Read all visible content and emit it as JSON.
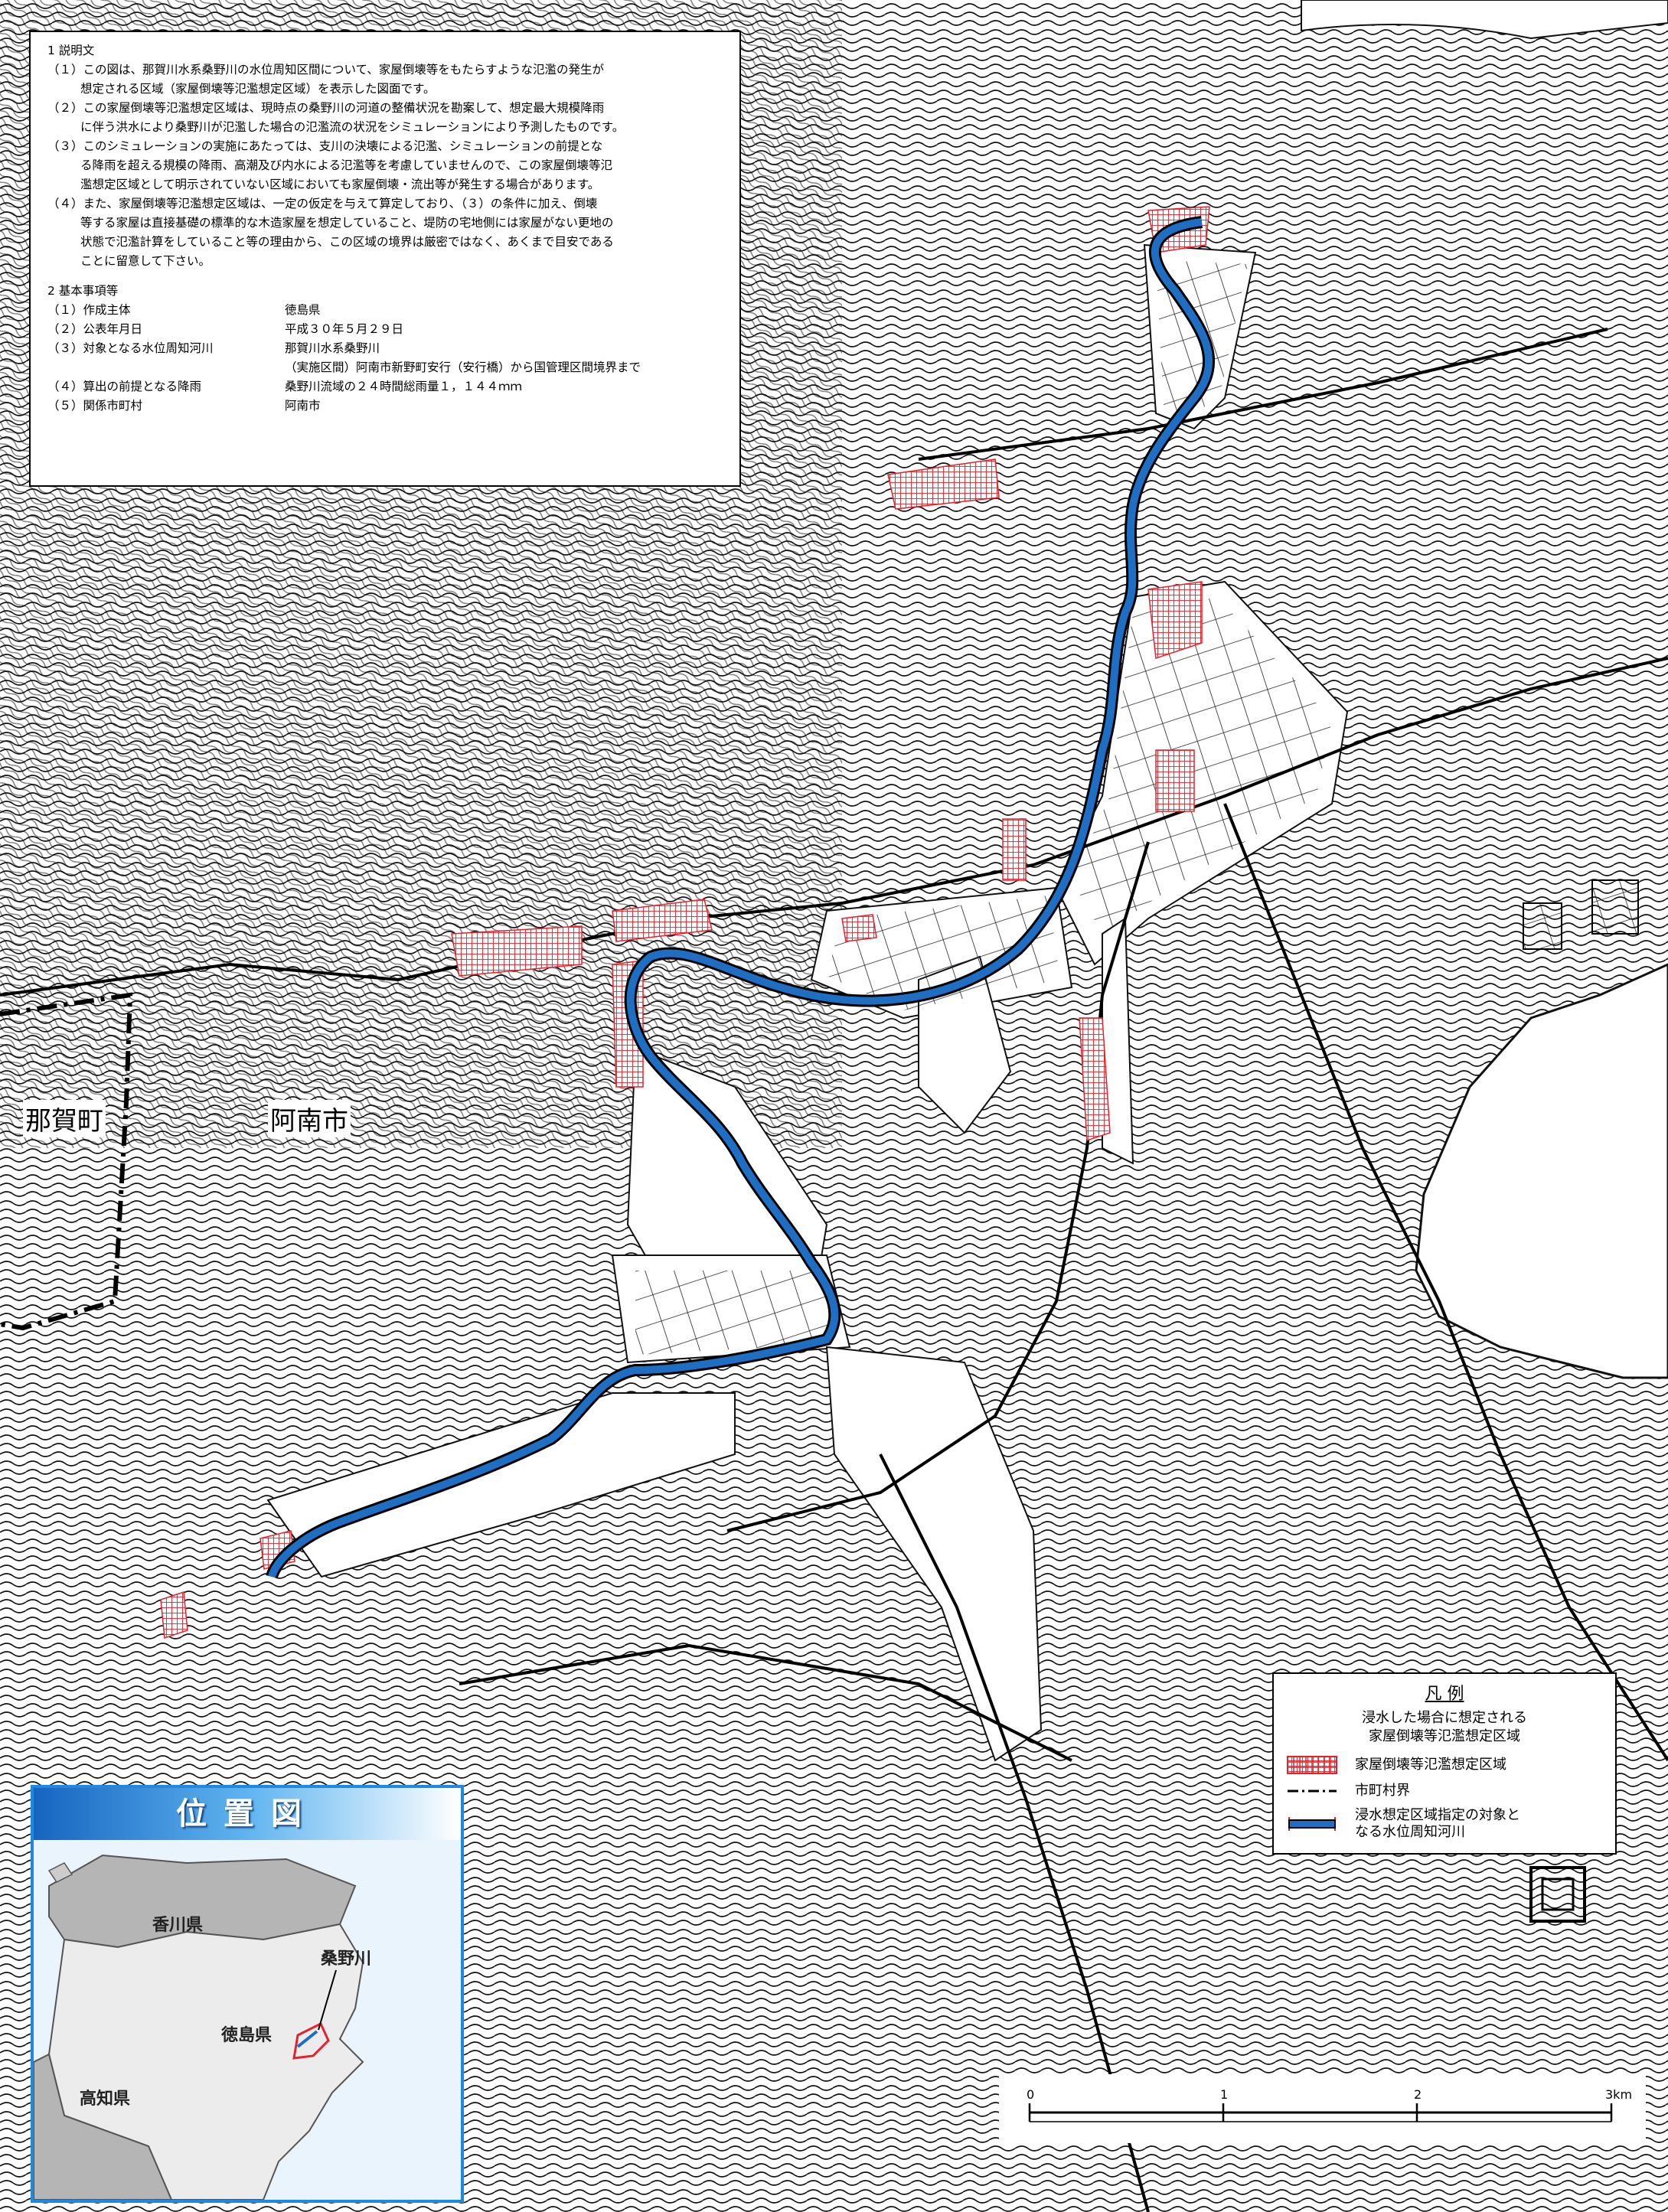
{
  "notes": {
    "s1_head": "1 説明文",
    "s1_items": [
      "（１）この図は、那賀川水系桑野川の水位周知区間について、家屋倒壊等をもたらすような氾濫の発生が",
      "想定される区域（家屋倒壊等氾濫想定区域）を表示した図面です。",
      "（２）この家屋倒壊等氾濫想定区域は、現時点の桑野川の河道の整備状況を勘案して、想定最大規模降雨",
      "に伴う洪水により桑野川が氾濫した場合の氾濫流の状況をシミュレーションにより予測したものです。",
      "（３）このシミュレーションの実施にあたっては、支川の決壊による氾濫、シミュレーションの前提とな",
      "る降雨を超える規模の降雨、高潮及び内水による氾濫等を考慮していませんので、この家屋倒壊等氾",
      "濫想定区域として明示されていない区域においても家屋倒壊・流出等が発生する場合があります。",
      "（４）また、家屋倒壊等氾濫想定区域は、一定の仮定を与えて算定しており、（３）の条件に加え、倒壊",
      "等する家屋は直接基礎の標準的な木造家屋を想定していること、堤防の宅地側には家屋がない更地の",
      "状態で氾濫計算をしていること等の理由から、この区域の境界は厳密ではなく、あくまで目安である",
      "ことに留意して下さい。"
    ],
    "s2_head": "2 基本事項等",
    "s2_rows": [
      {
        "k": "（１）作成主体",
        "v": "徳島県"
      },
      {
        "k": "（２）公表年月日",
        "v": "平成３０年５月２９日"
      },
      {
        "k": "（３）対象となる水位周知河川",
        "v": "那賀川水系桑野川"
      },
      {
        "k": "",
        "v": "（実施区間）阿南市新野町安行（安行橋）から国管理区間境界まで"
      },
      {
        "k": "（４）算出の前提となる降雨",
        "v": "桑野川流域の２４時間総雨量１，１４４ｍｍ"
      },
      {
        "k": "（５）関係市町村",
        "v": "阿南市"
      }
    ]
  },
  "places": {
    "nakacho": "那賀町",
    "anan": "阿南市"
  },
  "legend": {
    "title": "凡 例",
    "subtitle_1": "浸水した場合に想定される",
    "subtitle_2": "家屋倒壊等氾濫想定区域",
    "item_zone": "家屋倒壊等氾濫想定区域",
    "item_boundary": "市町村界",
    "item_river_1": "浸水想定区域指定の対象と",
    "item_river_2": "なる水位周知河川"
  },
  "location_map": {
    "title": "位置図",
    "kagawa": "香川県",
    "tokushima": "徳島県",
    "kochi": "高知県",
    "river": "桑野川"
  },
  "scale": {
    "t0": "0",
    "t1": "1",
    "t2": "2",
    "t3": "3km"
  },
  "colors": {
    "river": "#1e6fc4",
    "zone": "#e8202a",
    "frame": "#1e88e5"
  }
}
